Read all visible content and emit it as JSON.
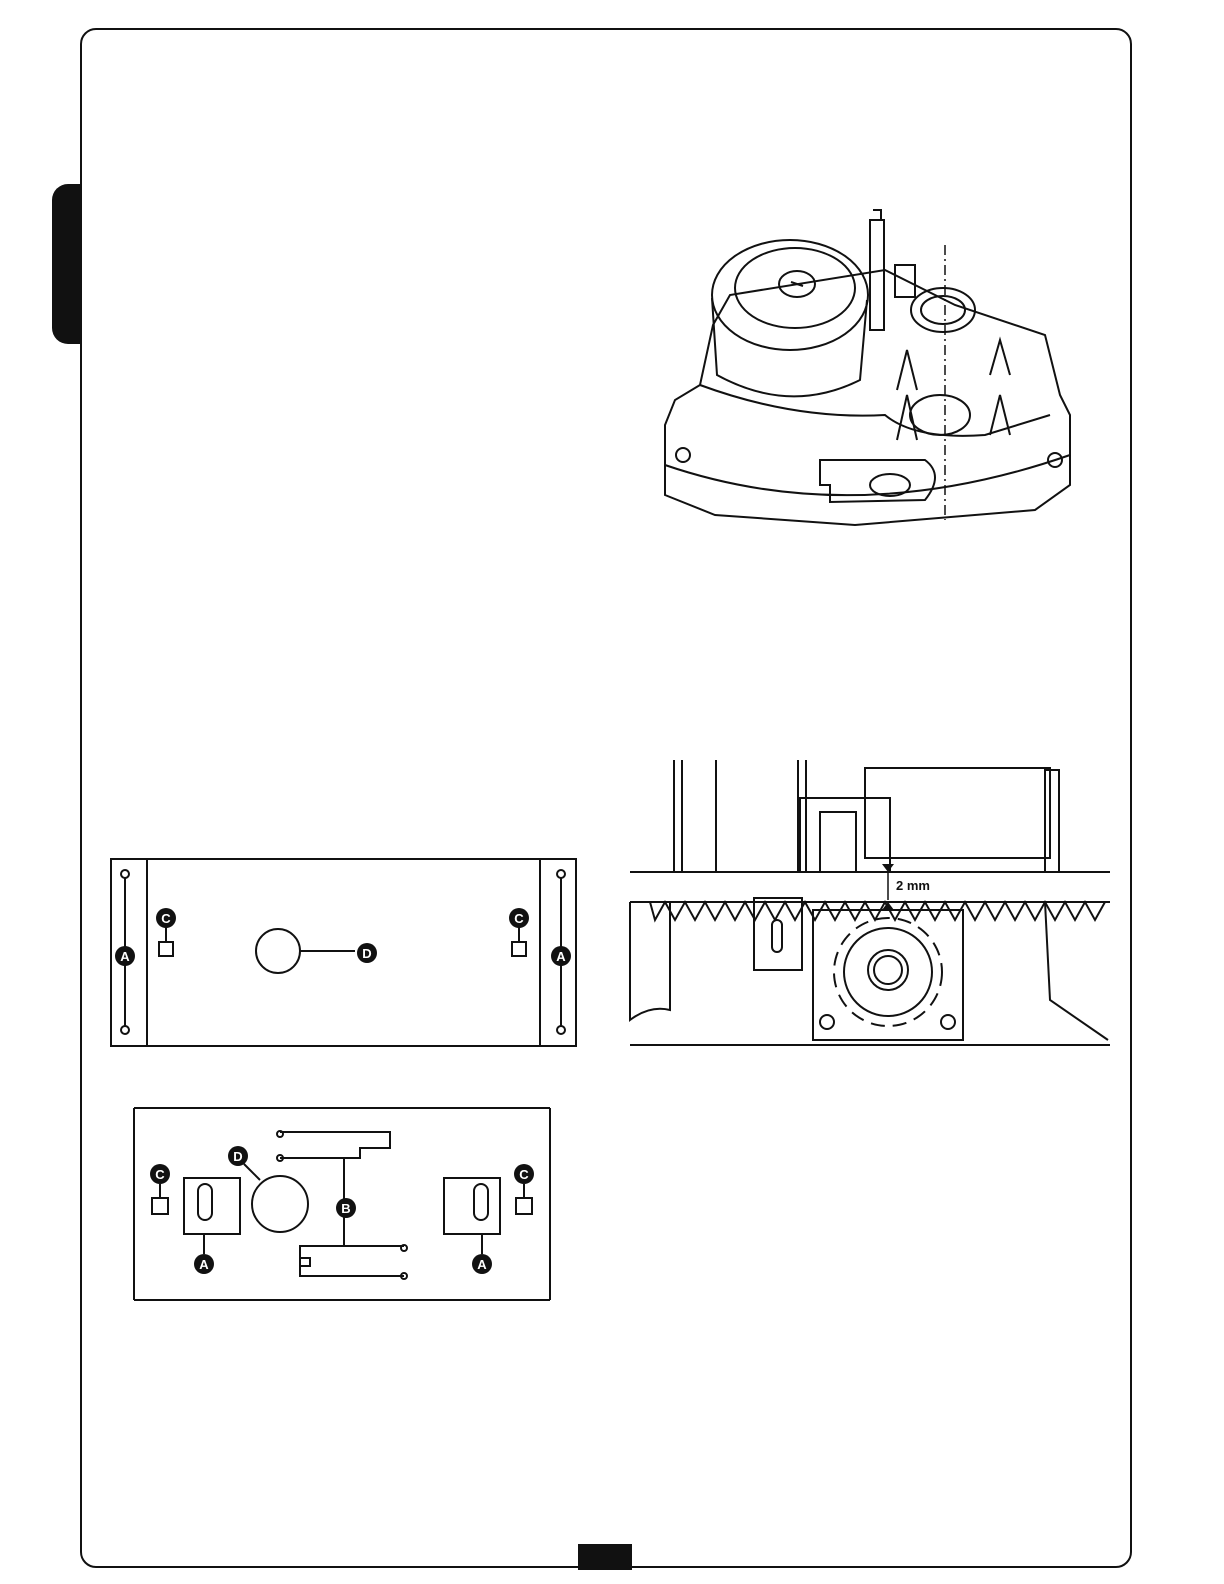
{
  "figures": {
    "operator_top": {
      "description_visible": false
    },
    "pinion_rack": {
      "gap_label": "2 mm"
    },
    "plate_top": {
      "labels": {
        "a": "A",
        "c": "C",
        "d": "D"
      }
    },
    "plate_bottom": {
      "labels": {
        "a": "A",
        "b": "B",
        "c": "C",
        "d": "D"
      }
    }
  },
  "colors": {
    "ink": "#111111",
    "paper": "#ffffff"
  }
}
